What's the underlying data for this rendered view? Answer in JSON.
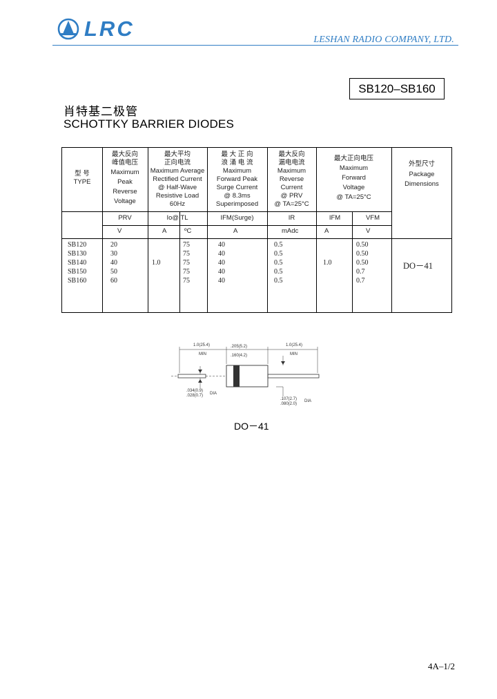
{
  "header": {
    "logo_text": "LRC",
    "company": "LESHAN RADIO COMPANY, LTD.",
    "accent_color": "#2f7dc4"
  },
  "part_range": "SB120–SB160",
  "title_cn": "肖特基二极管",
  "title_en": "SCHOTTKY BARRIER DIODES",
  "table": {
    "headers": {
      "type": {
        "cn": "型  号",
        "en": "TYPE"
      },
      "prv": {
        "cn": [
          "最大反向",
          "峰值电压"
        ],
        "en": [
          "Maximum",
          "Peak",
          "Reverse",
          "Voltage"
        ]
      },
      "io": {
        "cn": [
          "最大平均",
          "正向电流"
        ],
        "en": [
          "Maximum Average",
          "Rectified Current",
          "@ Half-Wave",
          "Resistive Load",
          "60Hz"
        ]
      },
      "ifsm": {
        "cn": [
          "最 大 正 向",
          "浪 涌 电 流"
        ],
        "en": [
          "Maximum",
          "Forward Peak",
          "Surge Current",
          "@ 8.3ms",
          "Superimposed"
        ]
      },
      "ir": {
        "cn": [
          "最大反向",
          "漏电电流"
        ],
        "en": [
          "Maximum",
          "Reverse",
          "Current",
          "@ PRV",
          "@ TA=25°C"
        ]
      },
      "vf": {
        "cn": "最大正向电压",
        "en": [
          "Maximum",
          "Forward",
          "Voltage",
          "@ TA=25°C"
        ]
      },
      "pkg": {
        "cn": "外型尺寸",
        "en": [
          "Package",
          "Dimensions"
        ]
      }
    },
    "symbols": {
      "prv": "PRV",
      "io": "Io@ TL",
      "ifsm": "IFM(Surge)",
      "ir": "IR",
      "ifm": "IFM",
      "vfm": "VFM"
    },
    "units": {
      "prv": "V",
      "io_a": "A",
      "tl": "ºC",
      "ifsm": "A",
      "ir": "mAdc",
      "ifm": "A",
      "vfm": "V"
    },
    "rows": [
      {
        "type": "SB120",
        "prv": "20",
        "tl": "75",
        "ifsm": "40",
        "ir": "0.5",
        "vf": "0.50"
      },
      {
        "type": "SB130",
        "prv": "30",
        "tl": "75",
        "ifsm": "40",
        "ir": "0.5",
        "vf": "0.50"
      },
      {
        "type": "SB140",
        "prv": "40",
        "tl": "75",
        "ifsm": "40",
        "ir": "0.5",
        "vf": "0.50"
      },
      {
        "type": "SB150",
        "prv": "50",
        "tl": "75",
        "ifsm": "40",
        "ir": "0.5",
        "vf": "0.7"
      },
      {
        "type": "SB160",
        "prv": "60",
        "tl": "75",
        "ifsm": "40",
        "ir": "0.5",
        "vf": "0.7"
      }
    ],
    "io_value": "1.0",
    "ifm_value": "1.0",
    "package": "DO－41"
  },
  "drawing": {
    "lead_len": "1.0(25.4)",
    "min": "MIN",
    "body_len_max": ".205(5.2)",
    "body_len_min": ".160(4.2)",
    "lead_dia_max": ".034(0.9)",
    "lead_dia_min": ".028(0.7)",
    "dia": "DIA",
    "body_dia_max": ".107(2.7)",
    "body_dia_min": ".080(2.0)",
    "label": "DO－41"
  },
  "page_number": "4A–1/2"
}
